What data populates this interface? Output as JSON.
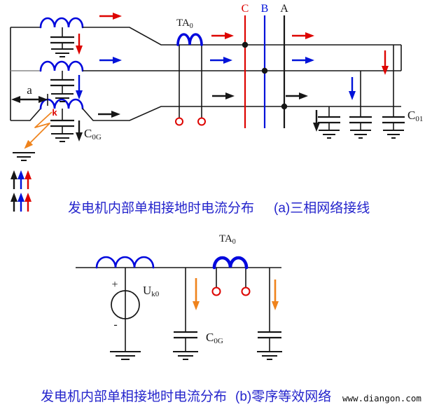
{
  "colors": {
    "background": "#ffffff",
    "wire": "#161616",
    "coil": "#0008dd",
    "red": "#dd0400",
    "blue": "#0012d9",
    "orange": "#ef831c",
    "caption": "#2424cc"
  },
  "top_diagram": {
    "ct_label": {
      "main": "TA",
      "sub": "0"
    },
    "phases": {
      "c": "C",
      "b": "B",
      "a": "A"
    },
    "tap_distance_label": "a",
    "fault_label": "k",
    "gen_capacitance": {
      "main": "C",
      "sub": "0G"
    },
    "net_capacitance": {
      "main": "C",
      "sub": "01"
    }
  },
  "bottom_diagram": {
    "ct_label": {
      "main": "TA",
      "sub": "0"
    },
    "source_label": {
      "main": "U",
      "sub": "k0"
    },
    "source_plus": "+",
    "source_minus": "-",
    "gen_capacitance": {
      "main": "C",
      "sub": "0G"
    }
  },
  "captions": {
    "top": {
      "text": "发电机内部单相接地时电流分布",
      "tag": "(a)三相网络接线"
    },
    "bottom": {
      "text": "发电机内部单相接地时电流分布",
      "tag": "(b)零序等效网络"
    },
    "watermark": "www.diangon.com"
  }
}
